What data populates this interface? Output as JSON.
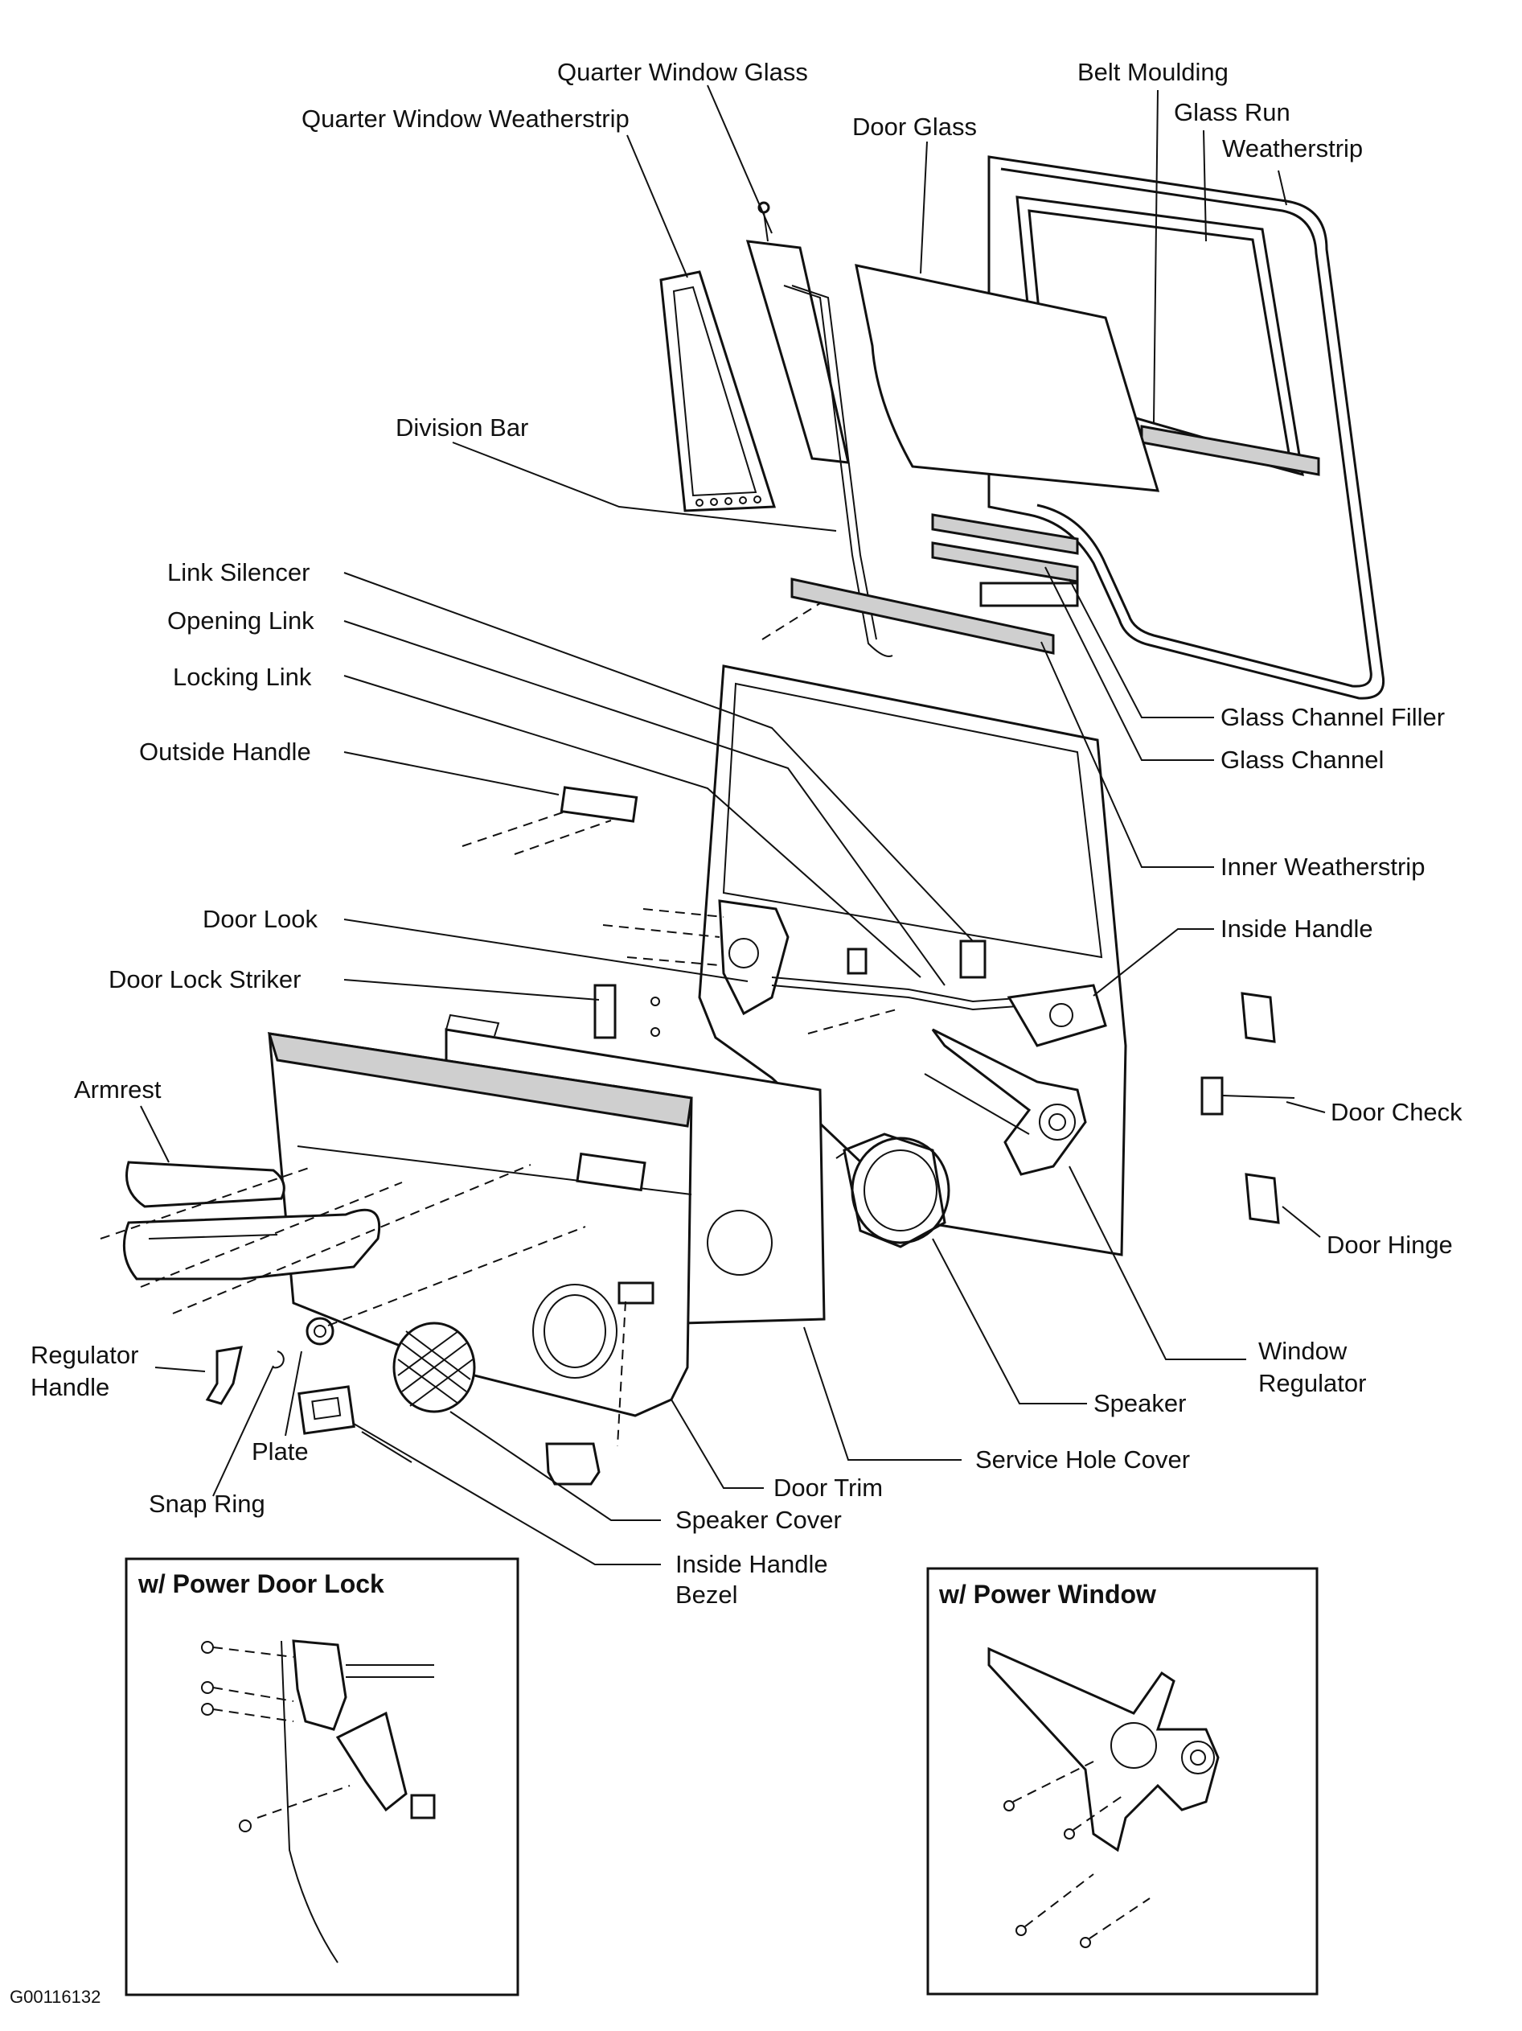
{
  "labels": {
    "quarter_window_glass": "Quarter Window Glass",
    "quarter_window_weatherstrip": "Quarter Window Weatherstrip",
    "belt_moulding": "Belt Moulding",
    "glass_run_line1": "Glass Run",
    "glass_run_line2": "Weatherstrip",
    "door_glass": "Door Glass",
    "division_bar": "Division Bar",
    "link_silencer": "Link Silencer",
    "opening_link": "Opening Link",
    "locking_link": "Locking Link",
    "outside_handle": "Outside Handle",
    "glass_channel_filler": "Glass Channel Filler",
    "glass_channel": "Glass Channel",
    "inner_weatherstrip": "Inner Weatherstrip",
    "door_look": "Door Look",
    "inside_handle": "Inside Handle",
    "door_lock_striker": "Door Lock Striker",
    "armrest": "Armrest",
    "door_check": "Door Check",
    "door_hinge": "Door Hinge",
    "regulator_handle_line1": "Regulator",
    "regulator_handle_line2": "Handle",
    "window_regulator_line1": "Window",
    "window_regulator_line2": "Regulator",
    "speaker": "Speaker",
    "plate": "Plate",
    "service_hole_cover": "Service Hole Cover",
    "door_trim": "Door Trim",
    "snap_ring": "Snap Ring",
    "speaker_cover": "Speaker Cover",
    "inside_handle_bezel_line1": "Inside Handle",
    "inside_handle_bezel_line2": "Bezel"
  },
  "insets": {
    "power_door_lock_title": "w/ Power Door Lock",
    "power_window_title": "w/ Power Window"
  },
  "figure_code": "G00116132"
}
